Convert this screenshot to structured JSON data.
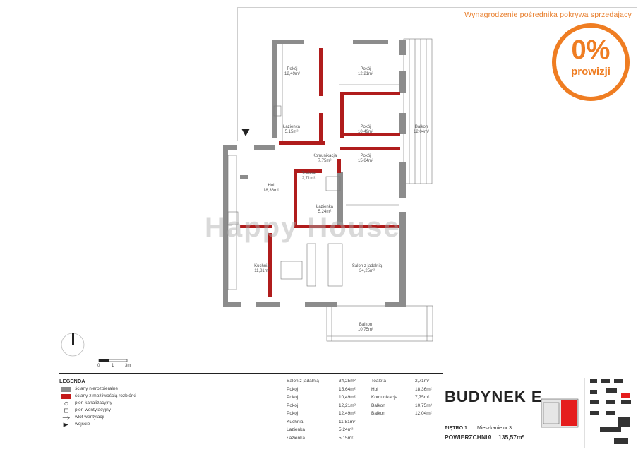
{
  "banner": {
    "text": "Wynagrodzenie pośrednika pokrywa sprzedający"
  },
  "badge": {
    "percent": "0%",
    "label": "prowizji"
  },
  "watermark": "Happy House",
  "rooms": [
    {
      "name": "Pokój",
      "area": "12,49m²"
    },
    {
      "name": "Pokój",
      "area": "12,21m²"
    },
    {
      "name": "Łazienka",
      "area": "5,15m²"
    },
    {
      "name": "Pokój",
      "area": "10,49m²"
    },
    {
      "name": "Balkon",
      "area": "12,04m²"
    },
    {
      "name": "Komunikacja",
      "area": "7,75m²"
    },
    {
      "name": "Pokój",
      "area": "15,64m²"
    },
    {
      "name": "Toaleta",
      "area": "2,71m²"
    },
    {
      "name": "Hol",
      "area": "18,36m²"
    },
    {
      "name": "Łazienka",
      "area": "5,24m²"
    },
    {
      "name": "Kuchnia",
      "area": "11,81m²"
    },
    {
      "name": "Salon z jadalnią",
      "area": "34,25m²"
    },
    {
      "name": "Balkon",
      "area": "10,75m²"
    }
  ],
  "scale": {
    "ticks": [
      "0",
      "1",
      "3m"
    ]
  },
  "legend": {
    "title": "LEGENDA",
    "items": [
      {
        "label": "ściany nierozbieralne",
        "color": "#8c8c8c",
        "symbol": "bar"
      },
      {
        "label": "ściany z możliwością rozbiórki",
        "color": "#c41a1a",
        "symbol": "bar"
      },
      {
        "label": "pion kanalizacyjny",
        "symbol": "drain-icon"
      },
      {
        "label": "pion wentylacyjny",
        "symbol": "vent-icon"
      },
      {
        "label": "wlot wentylacji",
        "symbol": "arrow-icon"
      },
      {
        "label": "wejście",
        "symbol": "entrance-triangle-icon"
      }
    ]
  },
  "areas_table_left": [
    {
      "name": "Salon z jadalnią",
      "value": "34,25m²"
    },
    {
      "name": "Pokój",
      "value": "15,64m²"
    },
    {
      "name": "Pokój",
      "value": "10,49m²"
    },
    {
      "name": "Pokój",
      "value": "12,21m²"
    },
    {
      "name": "Pokój",
      "value": "12,49m²"
    },
    {
      "name": "Kuchnia",
      "value": "11,81m²"
    },
    {
      "name": "Łazienka",
      "value": "5,24m²"
    },
    {
      "name": "Łazienka",
      "value": "5,15m²"
    }
  ],
  "areas_table_right": [
    {
      "name": "Toaleta",
      "value": "2,71m²"
    },
    {
      "name": "Hol",
      "value": "18,36m²"
    },
    {
      "name": "Komunikacja",
      "value": "7,75m²"
    },
    {
      "name": "Balkon",
      "value": "10,75m²"
    },
    {
      "name": "Balkon",
      "value": "12,04m²"
    }
  ],
  "building": {
    "title": "BUDYNEK E",
    "floor": "PIĘTRO 1",
    "apartment": "Mieszkanie nr 3",
    "area_label": "POWIERZCHNIA",
    "area_value": "135,57m²"
  },
  "colors": {
    "wall_fixed": "#8c8c8c",
    "wall_removable": "#b01c1c",
    "accent": "#ef7d22"
  }
}
